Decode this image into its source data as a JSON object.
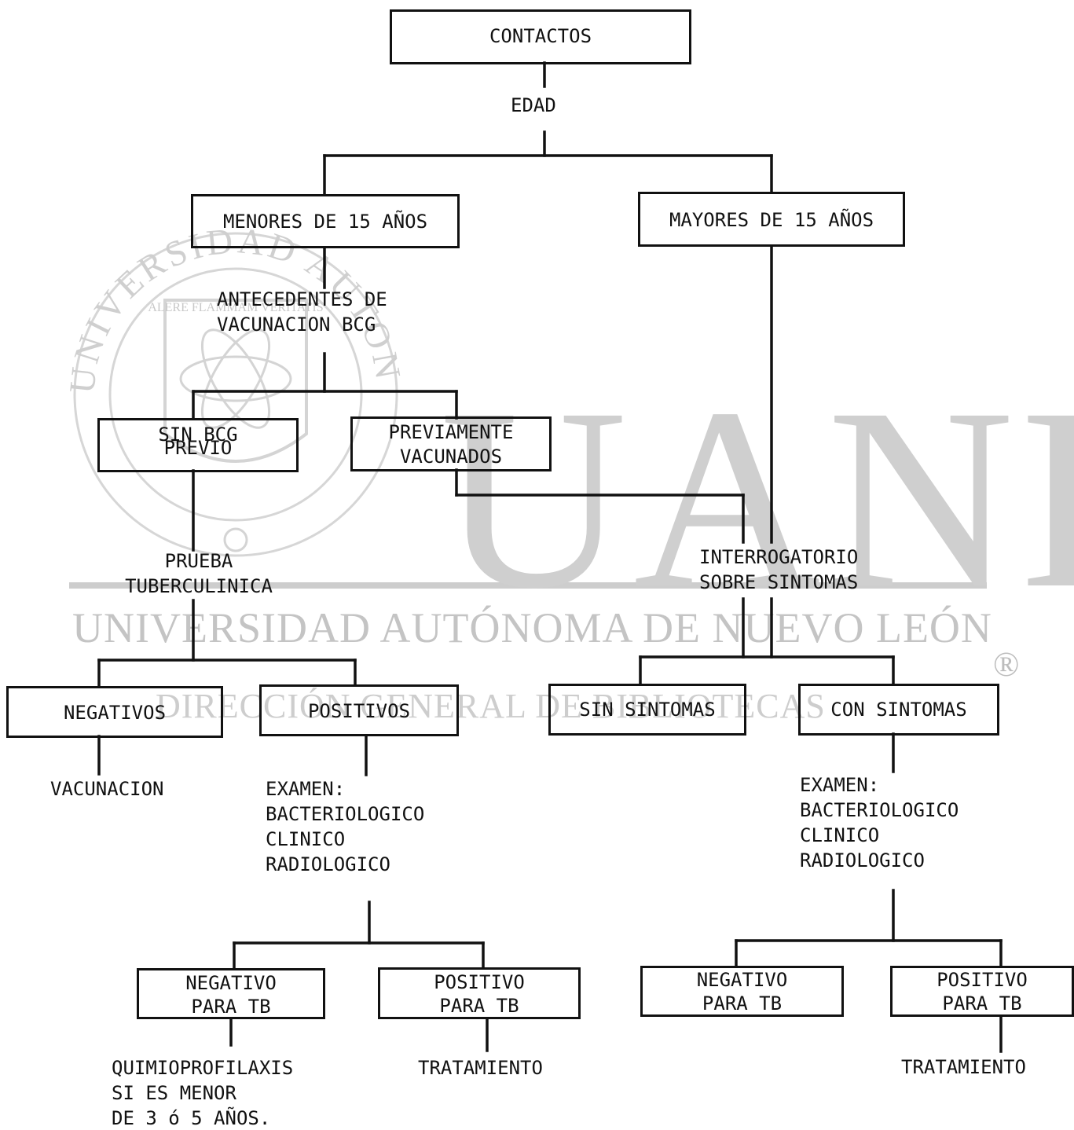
{
  "watermark": {
    "logo_text": "UANL",
    "university": "UNIVERSIDAD AUTÓNOMA DE NUEVO LEÓN",
    "division": "DIRECCIÓN GENERAL DE BIBLIOTECAS",
    "registered_mark": "®",
    "seal_ring_text": "UNIVERSIDAD AUTONOMA DE NUEVO LEON",
    "seal_motto": "ALERE FLAMMAM VERITATIS"
  },
  "diagram": {
    "root": "CONTACTOS",
    "edad_label": "EDAD",
    "menores_box": "MENORES DE 15 AÑOS",
    "mayores_box": "MAYORES DE 15 AÑOS",
    "antecedentes": [
      "ANTECEDENTES DE",
      "VACUNACION BCG"
    ],
    "sin_bcg_box": {
      "top": "SIN BCG",
      "bottom": "PREVIO"
    },
    "previamente_box": [
      "PREVIAMENTE",
      "VACUNADOS"
    ],
    "prueba": [
      "PRUEBA",
      "TUBERCULINICA"
    ],
    "interrogatorio": [
      "INTERROGATORIO",
      "SOBRE SINTOMAS"
    ],
    "negativos_box": "NEGATIVOS",
    "positivos_box": "POSITIVOS",
    "sin_sintomas_box": "SIN SINTOMAS",
    "con_sintomas_box": "CON SINTOMAS",
    "vacunacion": "VACUNACION",
    "examen_left": [
      "EXAMEN:",
      "BACTERIOLOGICO",
      "CLINICO",
      "RADIOLOGICO"
    ],
    "examen_right": [
      "EXAMEN:",
      "BACTERIOLOGICO",
      "CLINICO",
      "RADIOLOGICO"
    ],
    "neg_tb_left": [
      "NEGATIVO",
      "PARA TB"
    ],
    "pos_tb_left": [
      "POSITIVO",
      "PARA TB"
    ],
    "neg_tb_right": [
      "NEGATIVO",
      "PARA TB"
    ],
    "pos_tb_right": [
      "POSITIVO",
      "PARA TB"
    ],
    "quimioprofilaxis": [
      "QUIMIOPROFILAXIS",
      "SI ES MENOR",
      "DE 3 ó 5 AÑOS."
    ],
    "tratamiento_left": "TRATAMIENTO",
    "tratamiento_right": "TRATAMIENTO"
  }
}
